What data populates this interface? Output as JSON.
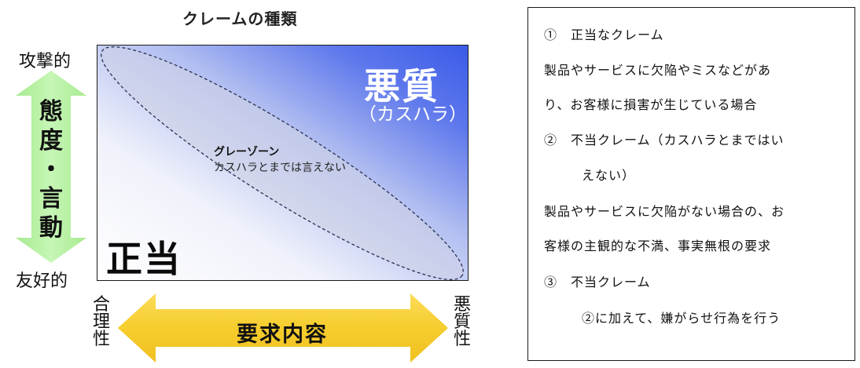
{
  "title": "クレームの種類",
  "diagram": {
    "y_axis": {
      "top": "攻撃的",
      "bottom": "友好的",
      "label_chars": [
        "態",
        "度",
        "・",
        "言",
        "動"
      ]
    },
    "x_axis": {
      "left_chars": [
        "合",
        "理",
        "性"
      ],
      "right_chars": [
        "悪",
        "質",
        "性"
      ],
      "label": "要求内容"
    },
    "regions": {
      "bad": "悪質",
      "bad_sub": "（カスハラ）",
      "good": "正当"
    },
    "gray_zone": {
      "title": "グレーゾーン",
      "subtitle": "カスハラとまでは言えない"
    },
    "colors": {
      "arrow_green": "#b8f0a4",
      "arrow_yellow": "#f7d03c",
      "panel_blue": "#3a5be8"
    }
  },
  "legend_box": {
    "lines": [
      "①　正当なクレーム",
      "製品やサービスに欠陥やミスなどがあ",
      "り、お客様に損害が生じている場合",
      "②　不当クレーム（カスハラとまではい",
      "えない）",
      "製品やサービスに欠陥がない場合の、お",
      "客様の主観的な不満、事実無根の要求",
      "③　不当クレーム",
      "②に加えて、嫌がらせ行為を行う"
    ]
  }
}
